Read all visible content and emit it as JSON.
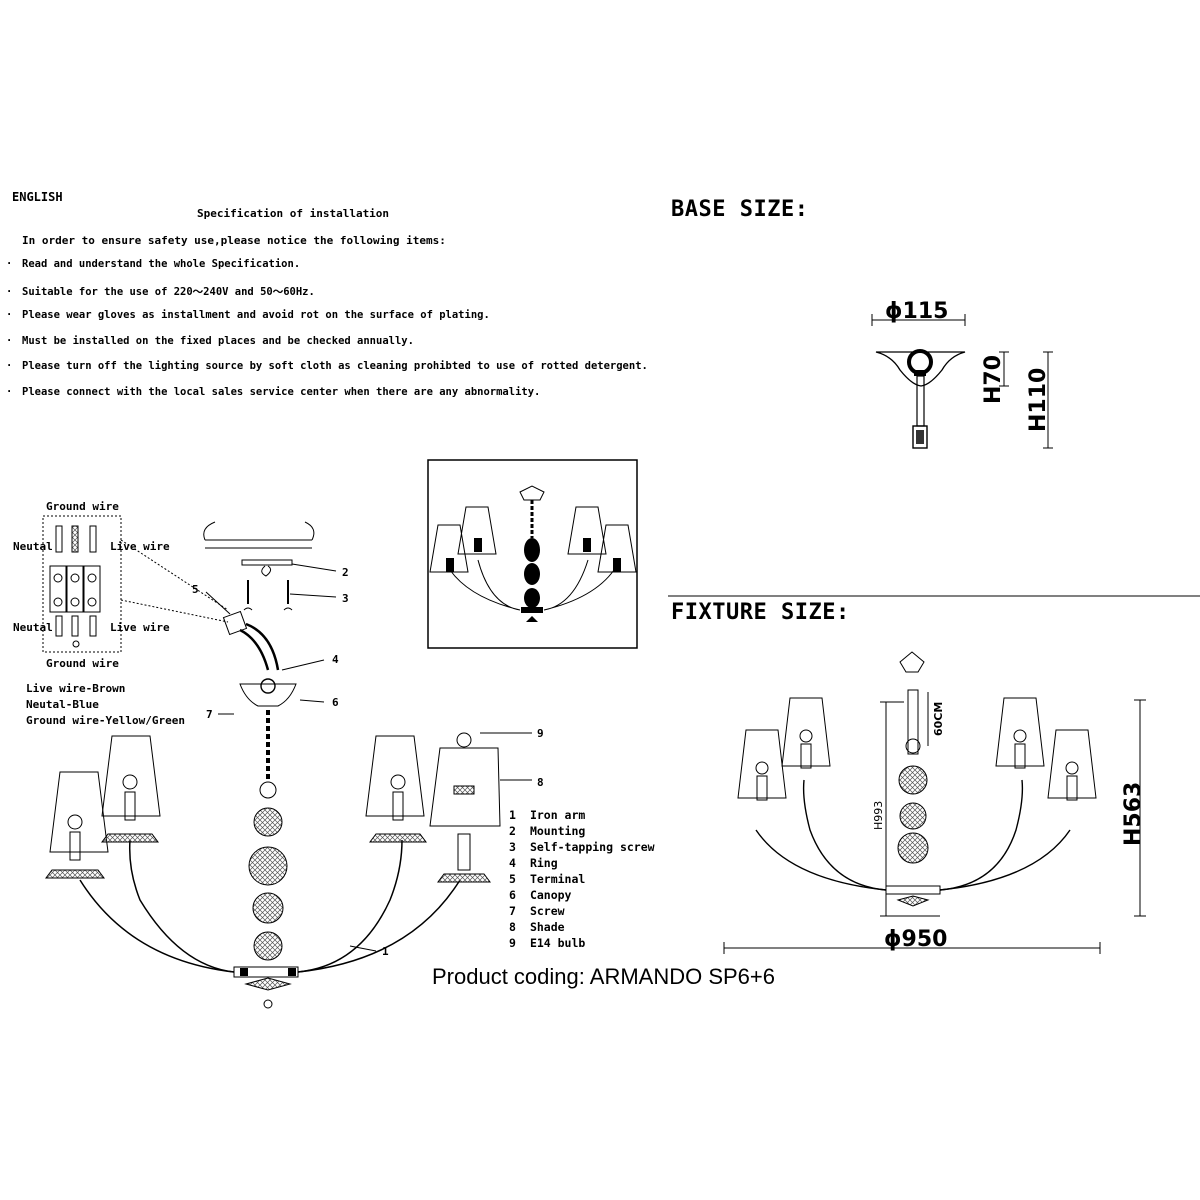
{
  "spec": {
    "language": "ENGLISH",
    "title": "Specification of installation",
    "intro": "In order to ensure safety use,please notice the following items:",
    "items": [
      "Read and understand the whole Specification.",
      "Suitable for the use of 220～240V and 50～60Hz.",
      "Please wear gloves as installment and avoid rot on the surface of plating.",
      "Must be installed on the fixed places and be checked annually.",
      "Please turn off the lighting source by soft cloth as cleaning prohibted to use of rotted detergent.",
      "Please connect with the local sales service center when there are any abnormality."
    ]
  },
  "base": {
    "heading": "BASE SIZE:",
    "diameter": "ϕ115",
    "h_canopy": "H70",
    "h_total": "H110"
  },
  "fixture": {
    "heading": "FIXTURE SIZE:",
    "diameter": "ϕ950",
    "height": "H563",
    "h_inner": "H993",
    "h_chain": "60CM"
  },
  "wiring": {
    "ground_top": "Ground wire",
    "neutral_top": "Neutal",
    "live_top": "Live wire",
    "neutral_bottom": "Neutal",
    "live_bottom": "Live wire",
    "ground_bottom": "Ground wire",
    "notes": [
      "Live wire-Brown",
      "Neutal-Blue",
      "Ground wire-Yellow/Green"
    ]
  },
  "callouts": [
    "1",
    "2",
    "3",
    "4",
    "5",
    "6",
    "7",
    "8",
    "9"
  ],
  "parts": [
    {
      "num": "1",
      "name": "Iron arm"
    },
    {
      "num": "2",
      "name": "Mounting"
    },
    {
      "num": "3",
      "name": "Self-tapping screw"
    },
    {
      "num": "4",
      "name": "Ring"
    },
    {
      "num": "5",
      "name": "Terminal"
    },
    {
      "num": "6",
      "name": "Canopy"
    },
    {
      "num": "7",
      "name": "Screw"
    },
    {
      "num": "8",
      "name": "Shade"
    },
    {
      "num": "9",
      "name": "E14 bulb"
    }
  ],
  "coding": "Product coding: ARMANDO SP6+6"
}
